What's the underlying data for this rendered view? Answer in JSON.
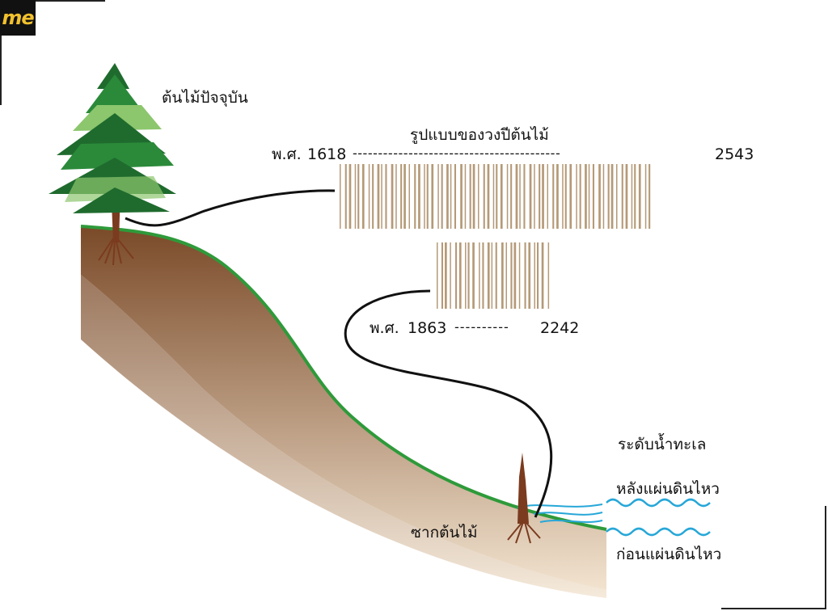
{
  "brand": {
    "logo_text": "me",
    "logo_color": "#f2c12e"
  },
  "labels": {
    "current_tree": "ต้นไม้ปัจจุบัน",
    "ring_pattern_title": "รูปแบบของวงปีต้นไม้",
    "long_record": {
      "era": "พ.ศ.",
      "start": "1618",
      "end": "2543",
      "dashes": "-----------------------------------------"
    },
    "short_record": {
      "era": "พ.ศ.",
      "start": "1863",
      "end": "2242",
      "dashes": "----------"
    },
    "sea_level": "ระดับน้ำทะเล",
    "after_quake": "หลังแผ่นดินไหว",
    "before_quake": "ก่อนแผ่นดินไหว",
    "dead_tree": "ซากต้นไม้"
  },
  "colors": {
    "ring_bar": "#b59a77",
    "ground_top": "#2e9a3a",
    "soil_top": "#7a4a28",
    "soil_bottom": "#f2e3cf",
    "water": "#27a7d8",
    "tree_dark": "#1f6b2e",
    "tree_light": "#8cc66d",
    "trunk": "#7b3b1e"
  },
  "icons": [
    "pine-tree-icon",
    "dead-tree-stump-icon",
    "wave-icon"
  ]
}
